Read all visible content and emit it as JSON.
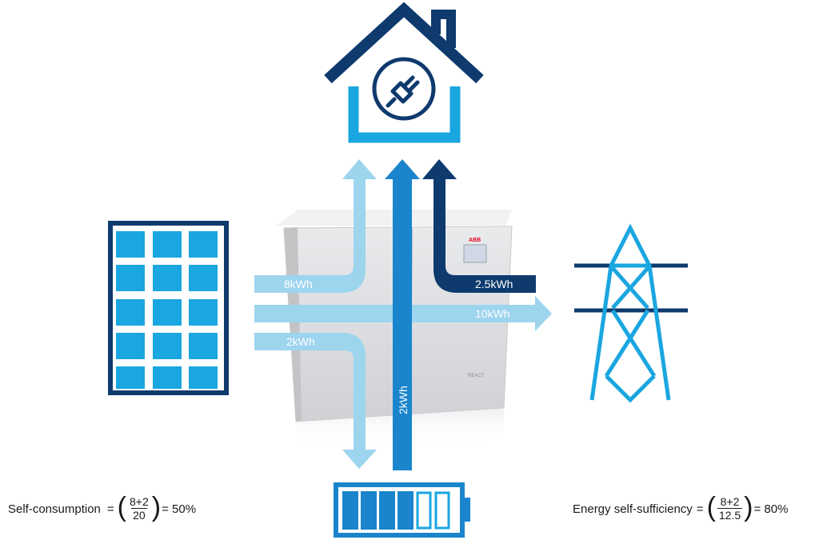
{
  "flows": {
    "solar_to_home": "8kWh",
    "grid_to_home": "2.5kWh",
    "solar_to_grid": "10kWh",
    "solar_to_battery": "2kWh",
    "battery_to_home": "2kWh"
  },
  "inverter": {
    "brand": "ABB",
    "model": "REACT"
  },
  "self_consumption": {
    "label": "Self-consumption",
    "eq": "=",
    "numerator": "8+2",
    "denominator": "20",
    "result": "= 50%"
  },
  "self_sufficiency": {
    "label": "Energy self-sufficiency",
    "eq": "=",
    "numerator": "8+2",
    "denominator": "12.5",
    "result": "= 80%"
  },
  "colors": {
    "light_blue": "#9dd4ee",
    "mid_blue": "#1a85cc",
    "dark_blue": "#0e3a6e",
    "cyan": "#1aa6e0"
  }
}
